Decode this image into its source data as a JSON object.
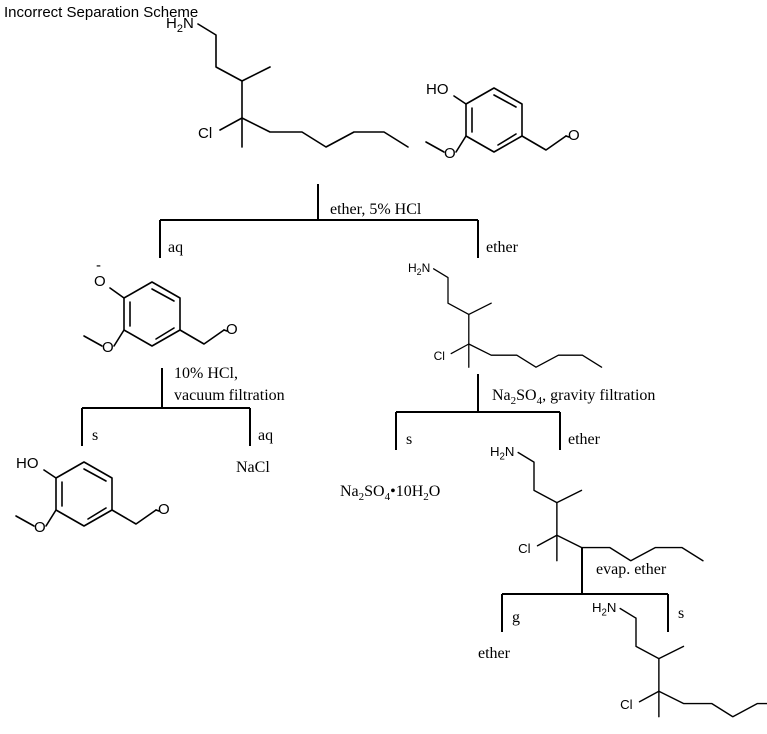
{
  "title": "Incorrect Separation Scheme",
  "atoms": {
    "amine": "H",
    "amine_sub": "2",
    "amine_n": "N",
    "chloro": "Cl",
    "hydroxy": "HO",
    "methoxy_o": "O",
    "aldehyde_o": "O",
    "phenoxide_o": "O",
    "charge": "-"
  },
  "step1": {
    "reagent": "ether, 5% HCl",
    "left_label": "aq",
    "right_label": "ether"
  },
  "step2": {
    "reagent_line1": "10% HCl,",
    "reagent_line2": "vacuum filtration",
    "left_label": "s",
    "right_label": "aq",
    "right_product": "NaCl"
  },
  "step3": {
    "reagent_prefix": "Na",
    "reagent_sub": "2",
    "reagent_mid": "SO",
    "reagent_sub2": "4",
    "reagent_suffix": ", gravity filtration",
    "left_label": "s",
    "right_label": "ether",
    "left_prefix": "Na",
    "left_sub": "2",
    "left_mid": "SO",
    "left_sub2": "4",
    "left_dot": "•10H",
    "left_sub3": "2",
    "left_end": "O"
  },
  "step4": {
    "reagent": "evap. ether",
    "left_label": "g",
    "right_label": "s",
    "left_product": "ether"
  }
}
